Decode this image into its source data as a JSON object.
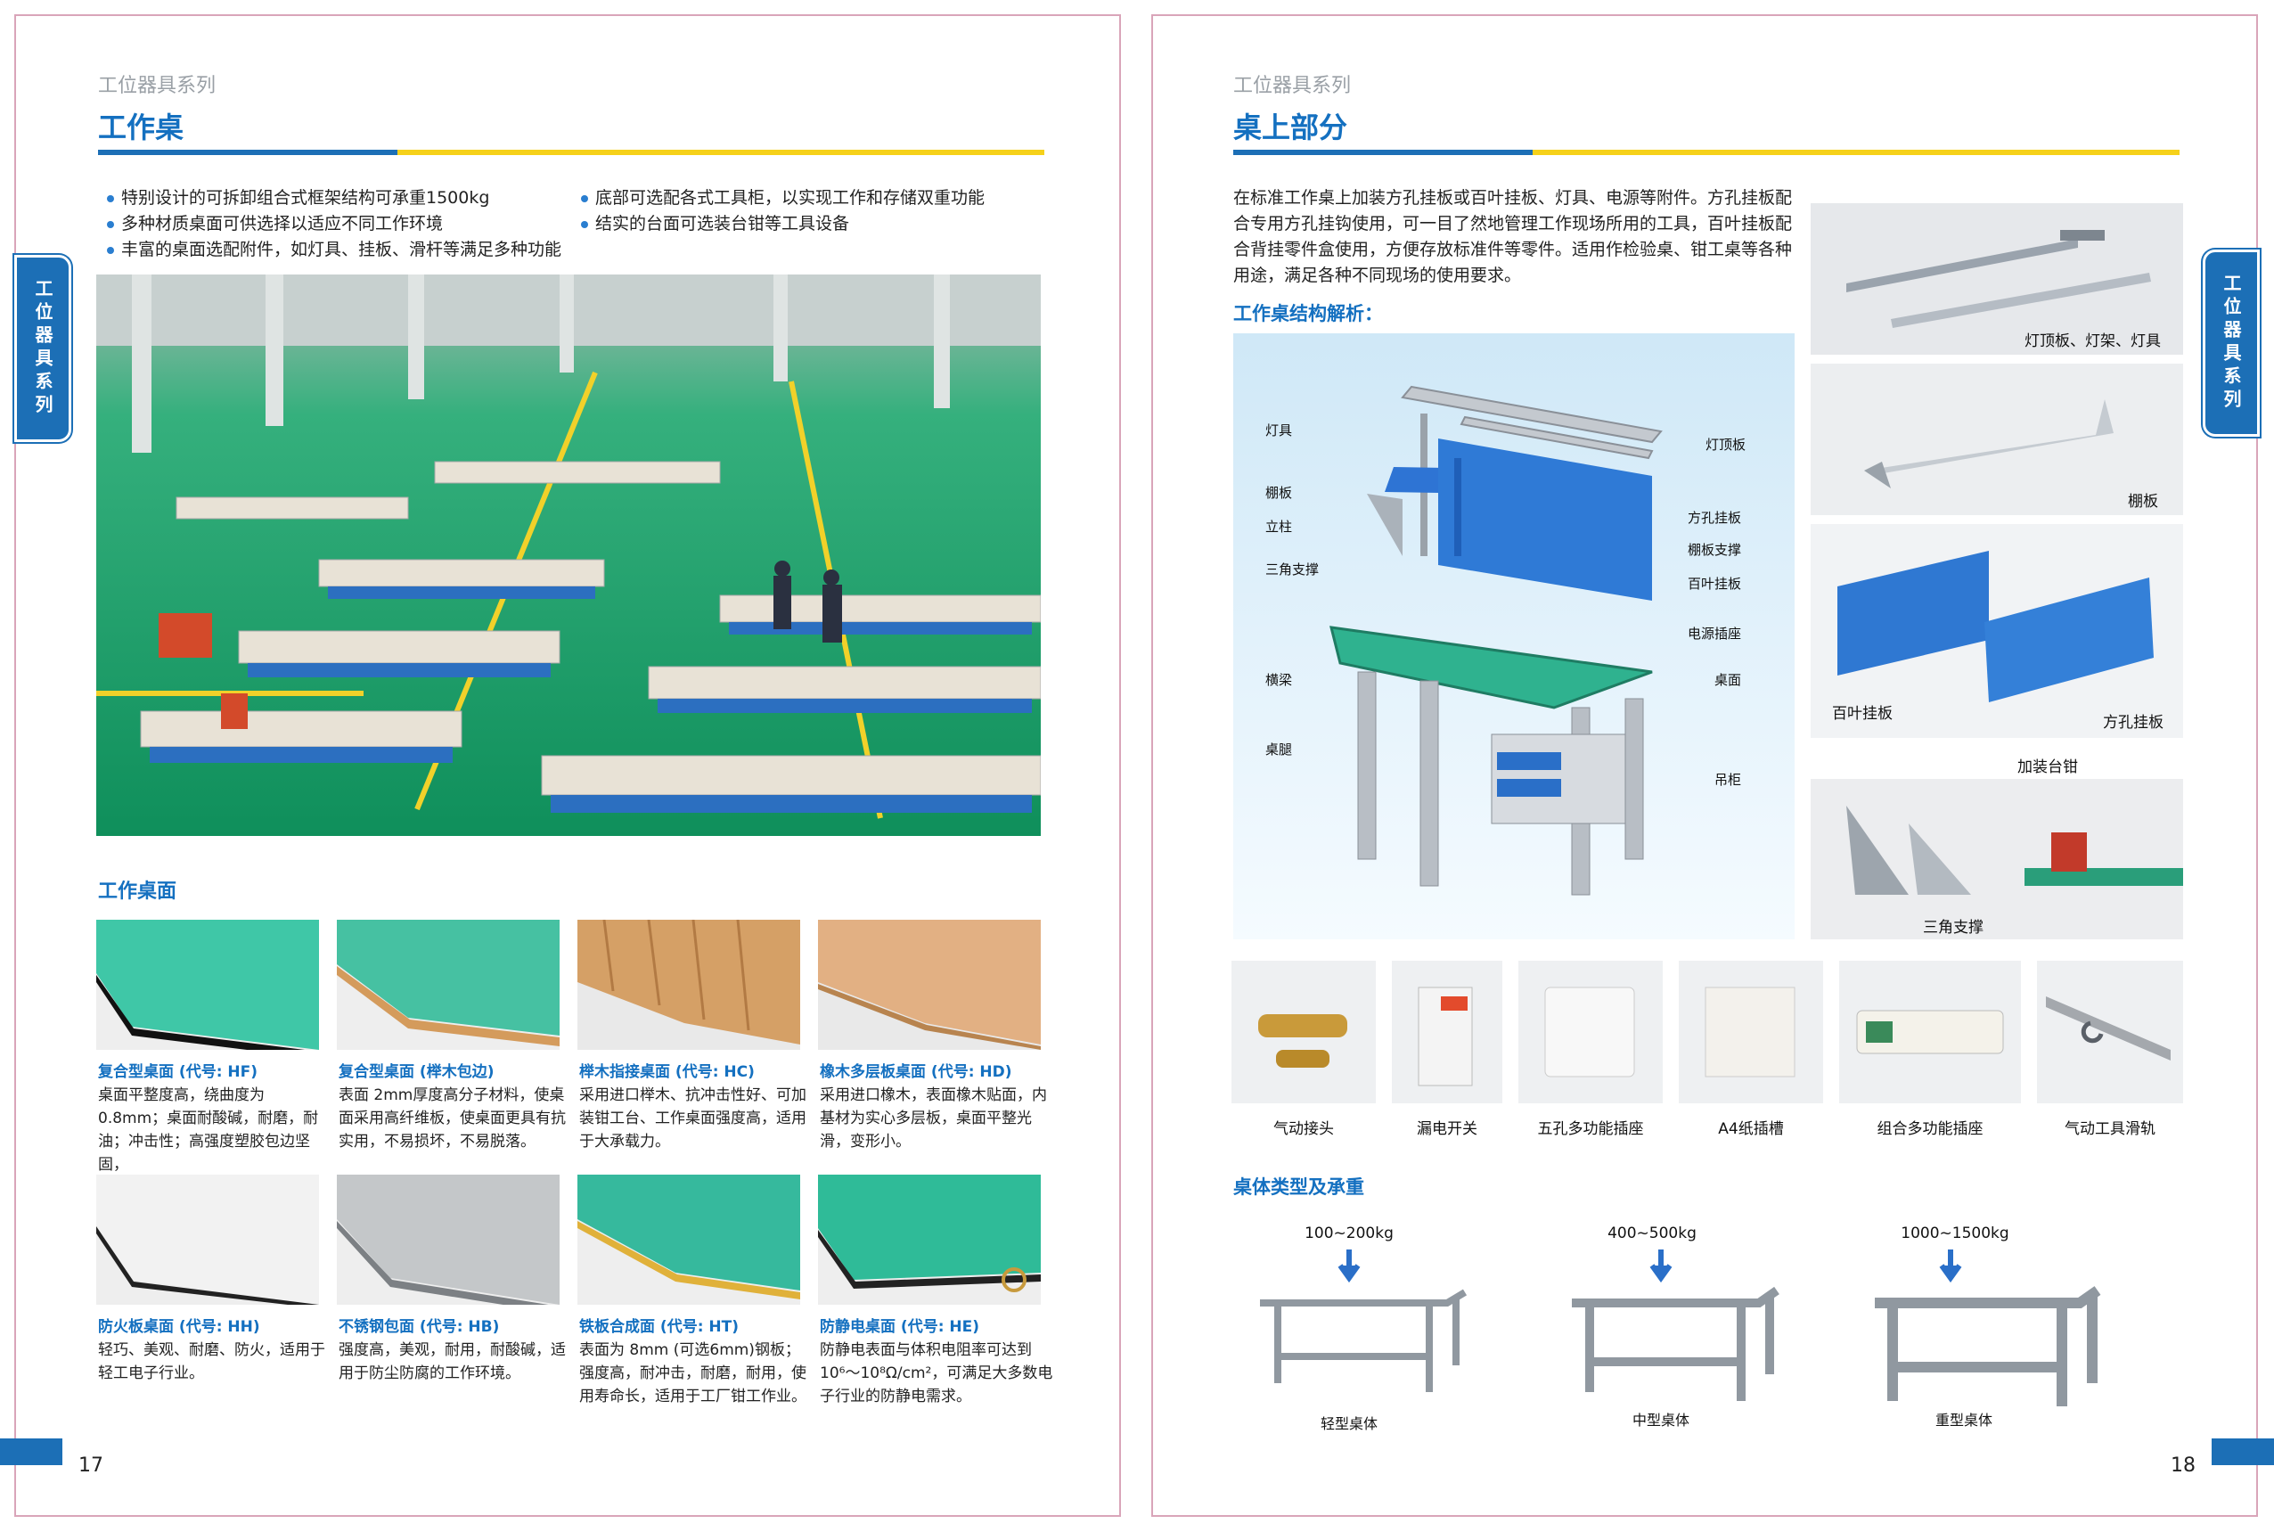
{
  "left": {
    "series": "工位器具系列",
    "title": "工作桌",
    "bullets_col1": [
      "特别设计的可拆卸组合式框架结构可承重1500kg",
      "多种材质桌面可供选择以适应不同工作环境",
      "丰富的桌面选配附件，如灯具、挂板、滑杆等满足多种功能"
    ],
    "bullets_col2": [
      "底部可选配各式工具柜，以实现工作和存储双重功能",
      "结实的台面可选装台钳等工具设备"
    ],
    "section_title": "工作桌面",
    "surfaces": [
      {
        "name": "复合型桌面 (代号: HF)",
        "desc": "桌面平整度高，绕曲度为0.8mm；桌面耐酸碱，耐磨，耐油；冲击性；高强度塑胶包边坚固，"
      },
      {
        "name": "复合型桌面 (榉木包边)",
        "desc": "表面 2mm厚度高分子材料，使桌面采用高纤维板，使桌面更具有抗实用，不易损坏，不易脱落。"
      },
      {
        "name": "榉木指接桌面 (代号: HC)",
        "desc": "采用进口榉木、抗冲击性好、可加装钳工台、工作桌面强度高，适用于大承载力。"
      },
      {
        "name": "橡木多层板桌面 (代号: HD)",
        "desc": "采用进口橡木，表面橡木贴面，内基材为实心多层板，桌面平整光滑，变形小。"
      },
      {
        "name": "防火板桌面 (代号: HH)",
        "desc": "轻巧、美观、耐磨、防火，适用于轻工电子行业。"
      },
      {
        "name": "不锈钢包面 (代号: HB)",
        "desc": "强度高，美观，耐用，耐酸碱，适用于防尘防腐的工作环境。"
      },
      {
        "name": "铁板合成面 (代号: HT)",
        "desc": "表面为 8mm (可选6mm)钢板；强度高，耐冲击，耐磨，耐用，使用寿命长，适用于工厂钳工作业。"
      },
      {
        "name": "防静电桌面 (代号: HE)",
        "desc": "防静电表面与体积电阻率可达到10⁶～10⁸Ω/cm²，可满足大多数电子行业的防静电需求。"
      }
    ],
    "side_tab": "工位器具系列",
    "page_number": "17"
  },
  "right": {
    "series": "工位器具系列",
    "title": "桌上部分",
    "intro": "在标准工作桌上加装方孔挂板或百叶挂板、灯具、电源等附件。方孔挂板配合专用方孔挂钩使用，可一目了然地管理工作现场所用的工具，百叶挂板配合背挂零件盒使用，方便存放标准件等零件。适用作检验桌、钳工桌等各种用途，满足各种不同现场的使用要求。",
    "structure_title": "工作桌结构解析：",
    "diagram_left_labels": [
      "灯具",
      "棚板",
      "立柱",
      "三角支撑",
      "横梁",
      "桌腿"
    ],
    "diagram_right_labels": [
      "灯顶板",
      "方孔挂板",
      "棚板支撑",
      "百叶挂板",
      "电源插座",
      "桌面",
      "吊柜"
    ],
    "product_labels": {
      "lamp": "灯顶板、灯架、灯具",
      "shelf": "棚板",
      "louver": "百叶挂板",
      "square": "方孔挂板",
      "vise": "加装台钳",
      "triangle": "三角支撑"
    },
    "accessories": [
      "气动接头",
      "漏电开关",
      "五孔多功能插座",
      "A4纸插槽",
      "组合多功能插座",
      "气动工具滑轨"
    ],
    "types_title": "桌体类型及承重",
    "types": [
      {
        "load": "100~200kg",
        "name": "轻型桌体"
      },
      {
        "load": "400~500kg",
        "name": "中型桌体"
      },
      {
        "load": "1000~1500kg",
        "name": "重型桌体"
      }
    ],
    "side_tab": "工位器具系列",
    "page_number": "18"
  },
  "colors": {
    "brand_blue": "#1c6fb6",
    "accent_yellow": "#f6d11a",
    "floor_green": "#1fa46f",
    "surface_teal": "#2bb59d"
  }
}
